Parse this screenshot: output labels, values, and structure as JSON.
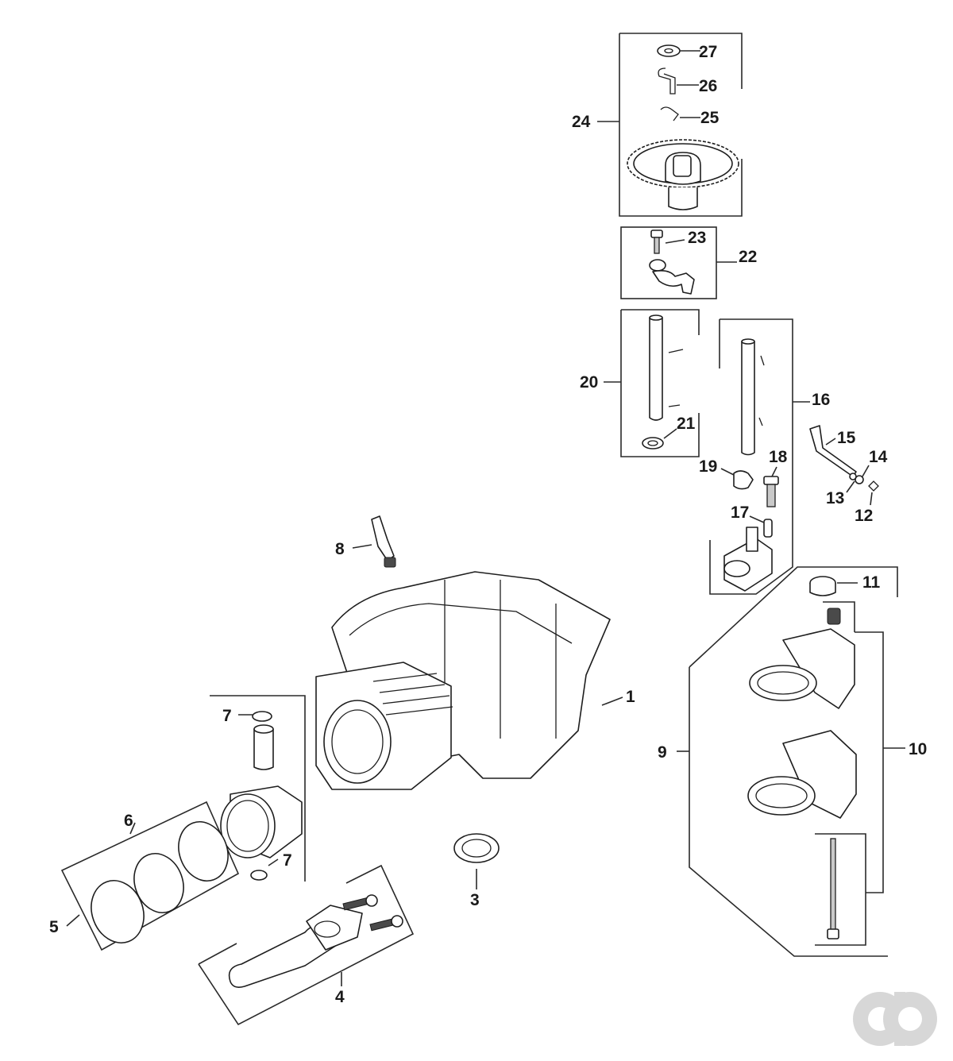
{
  "part_labels": {
    "p1": "1",
    "p3": "3",
    "p4": "4",
    "p5": "5",
    "p6": "6",
    "p7a": "7",
    "p7b": "7",
    "p8": "8",
    "p9": "9",
    "p10": "10",
    "p11": "11",
    "p12": "12",
    "p13": "13",
    "p14": "14",
    "p15": "15",
    "p16": "16",
    "p17": "17",
    "p18": "18",
    "p19": "19",
    "p20": "20",
    "p21": "21",
    "p22": "22",
    "p23": "23",
    "p24": "24",
    "p25": "25",
    "p26": "26",
    "p27": "27"
  },
  "watermark_logo": "ao-logo-icon",
  "colors": {
    "line": "#1e1e1e",
    "logo": "#d7d7d7"
  }
}
